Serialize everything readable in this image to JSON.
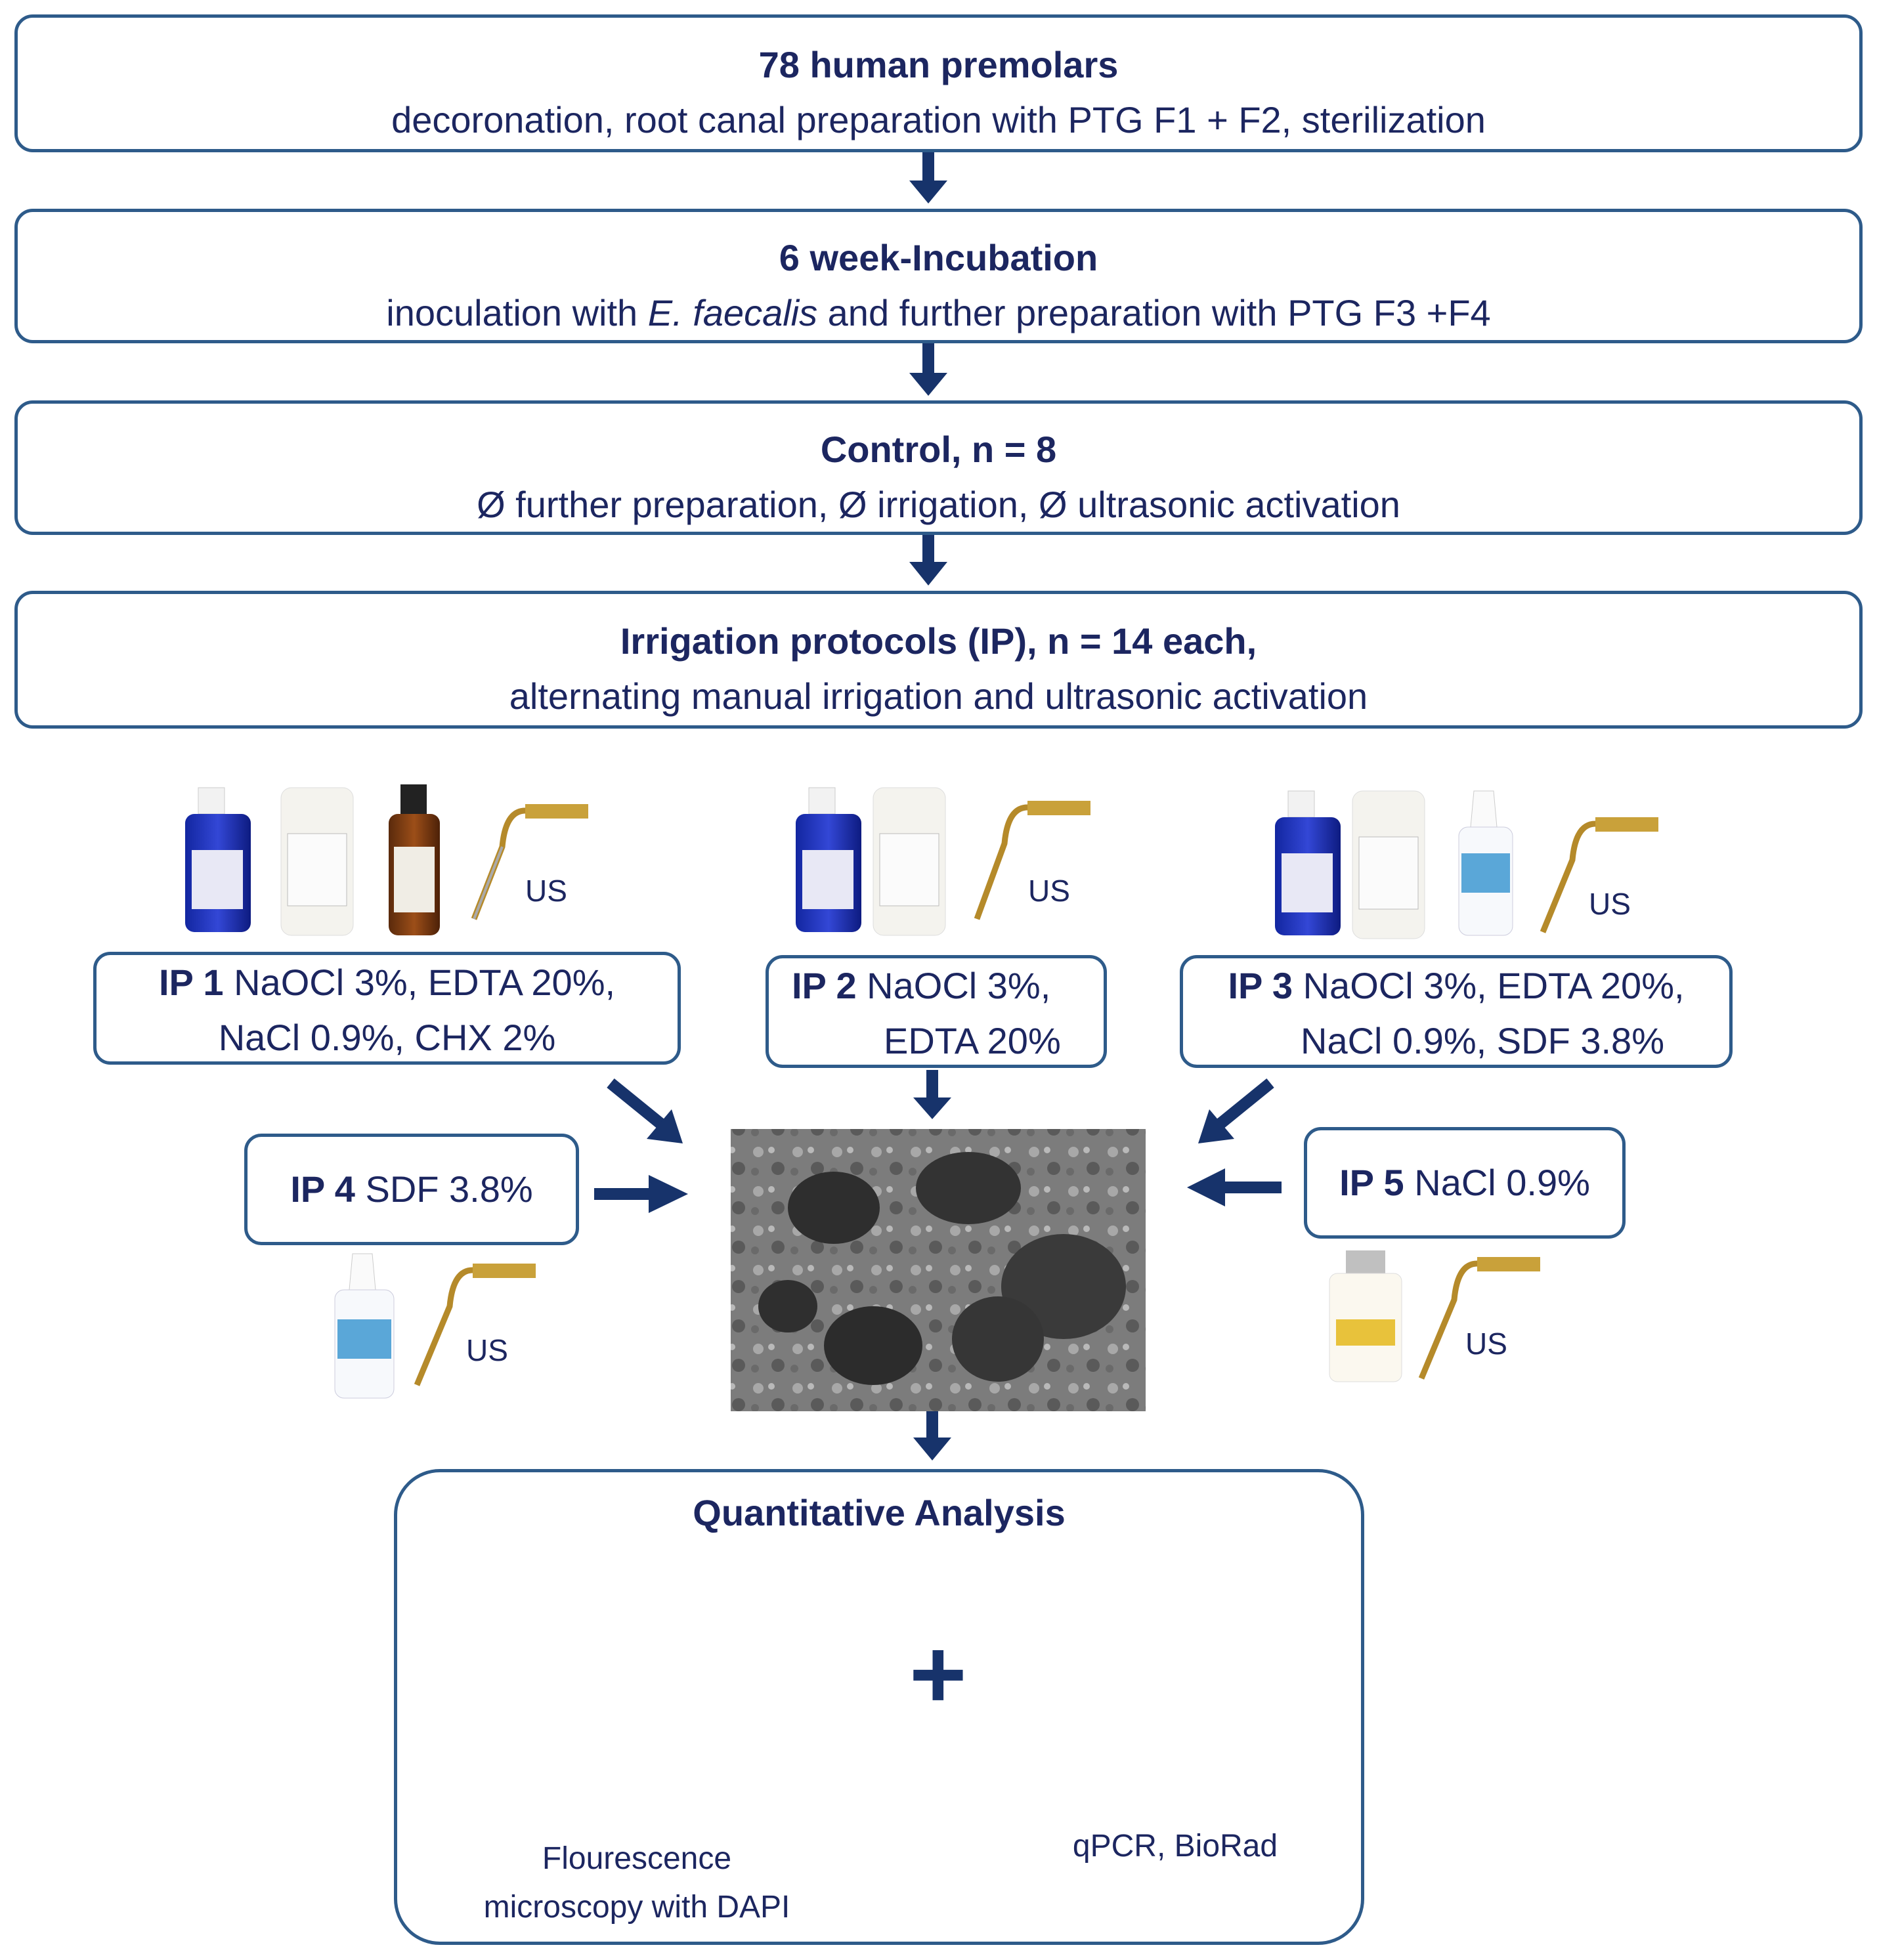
{
  "steps": {
    "s1": {
      "title": "78 human premolars",
      "text": "decoronation, root canal preparation with PTG F1 + F2, sterilization"
    },
    "s2": {
      "title": "6 week-Incubation",
      "text_pre": "inoculation with ",
      "text_em": "E. faecalis",
      "text_post": " and further preparation with PTG F3 +F4"
    },
    "s3": {
      "title": "Control, n = 8",
      "text": "Ø further preparation, Ø irrigation, Ø ultrasonic activation"
    },
    "s4": {
      "title": "Irrigation protocols (IP), n = 14 each,",
      "text": "alternating manual irrigation and ultrasonic activation"
    }
  },
  "protocols": {
    "ip1": {
      "id": "IP 1",
      "line1": " NaOCl 3%, EDTA 20%,",
      "line2": "NaCl 0.9%, CHX 2%"
    },
    "ip2": {
      "id": "IP 2",
      "line1": " NaOCl 3%,",
      "line2": "EDTA 20%"
    },
    "ip3": {
      "id": "IP 3",
      "line1": " NaOCl 3%, EDTA 20%,",
      "line2": "NaCl 0.9%, SDF 3.8%"
    },
    "ip4": {
      "id": "IP 4",
      "line1": " SDF 3.8%"
    },
    "ip5": {
      "id": "IP 5",
      "line1": " NaCl 0.9%"
    }
  },
  "us_label": "US",
  "analysis": {
    "title": "Quantitative Analysis",
    "plus": "+",
    "left_caption_1": "Flourescence",
    "left_caption_2": "microscopy with DAPI",
    "right_caption": "qPCR, BioRad"
  },
  "colors": {
    "navy": "#1c2660",
    "border": "#2e5b8a",
    "arrow": "#17336b"
  }
}
